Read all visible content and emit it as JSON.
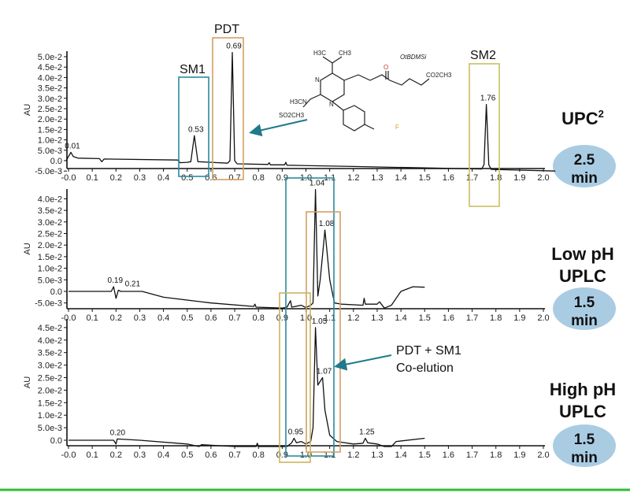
{
  "chart_data": [
    {
      "type": "line",
      "id": "upc2",
      "ylabel": "AU",
      "xlim": [
        0.0,
        2.0
      ],
      "ylim": [
        -0.005,
        0.05
      ],
      "x_tick_labels": [
        "-0.0",
        "0.1",
        "0.2",
        "0.3",
        "0.4",
        "0.5",
        "0.6",
        "0.7",
        "0.8",
        "0.9",
        "1.0",
        "1.1",
        "1.2",
        "1.3",
        "1.4",
        "1.5",
        "1.6",
        "1.7",
        "1.8",
        "1.9",
        "2.0"
      ],
      "y_ticks": [
        -0.005,
        0,
        0.005,
        0.01,
        0.015,
        0.02,
        0.025,
        0.03,
        0.035,
        0.04,
        0.045,
        0.05
      ],
      "y_tick_labels": [
        "-5.0e-3",
        "0.0",
        "5.0e-3",
        "1.0e-2",
        "1.5e-2",
        "2.0e-2",
        "2.5e-2",
        "3.0e-2",
        "3.5e-2",
        "4.0e-2",
        "4.5e-2",
        "5.0e-2"
      ],
      "peak_labels": [
        {
          "text": "0.01",
          "x": 0.01,
          "y": 0.004
        },
        {
          "text": "0.53",
          "x": 0.53,
          "y": 0.012
        },
        {
          "text": "0.69",
          "x": 0.69,
          "y": 0.052
        },
        {
          "text": "1.76",
          "x": 1.76,
          "y": 0.027
        }
      ],
      "points": [
        [
          -0.01,
          0.0
        ],
        [
          0.0,
          0.002
        ],
        [
          0.01,
          0.004
        ],
        [
          0.02,
          0.002
        ],
        [
          0.04,
          0.0012
        ],
        [
          0.13,
          0.001
        ],
        [
          0.14,
          -0.0005
        ],
        [
          0.15,
          0.0008
        ],
        [
          0.46,
          0.0003
        ],
        [
          0.47,
          -0.001
        ],
        [
          0.5,
          -0.0008
        ],
        [
          0.515,
          -0.0005
        ],
        [
          0.53,
          0.012
        ],
        [
          0.545,
          -0.0005
        ],
        [
          0.6,
          -0.0008
        ],
        [
          0.67,
          -0.0012
        ],
        [
          0.68,
          0.0
        ],
        [
          0.69,
          0.052
        ],
        [
          0.7,
          0.0
        ],
        [
          0.71,
          -0.0015
        ],
        [
          0.84,
          -0.0018
        ],
        [
          0.845,
          -0.001
        ],
        [
          0.85,
          -0.002
        ],
        [
          0.91,
          -0.002
        ],
        [
          0.915,
          -0.0008
        ],
        [
          0.92,
          -0.0022
        ],
        [
          1.2,
          -0.0028
        ],
        [
          1.5,
          -0.0035
        ],
        [
          1.74,
          -0.004
        ],
        [
          1.75,
          -0.002
        ],
        [
          1.76,
          0.027
        ],
        [
          1.77,
          -0.002
        ],
        [
          1.78,
          -0.0042
        ],
        [
          2.05,
          -0.005
        ]
      ],
      "method_label": "UPC",
      "method_sup": "2",
      "run_time": "2.5",
      "run_unit": "min"
    },
    {
      "type": "line",
      "id": "low-ph",
      "ylabel": "AU",
      "xlim": [
        0.0,
        2.0
      ],
      "ylim": [
        -0.005,
        0.04
      ],
      "x_tick_labels": [
        "-0.0",
        "0.1",
        "0.2",
        "0.3",
        "0.4",
        "0.5",
        "0.6",
        "0.7",
        "0.8",
        "0.9",
        "1.0",
        "1.1",
        "1.2",
        "1.3",
        "1.4",
        "1.5",
        "1.6",
        "1.7",
        "1.8",
        "1.9",
        "2.0"
      ],
      "y_ticks": [
        -0.005,
        0,
        0.005,
        0.01,
        0.015,
        0.02,
        0.025,
        0.03,
        0.035,
        0.04
      ],
      "y_tick_labels": [
        "-5.0e-3",
        "0.0",
        "5.0e-3",
        "1.0e-2",
        "1.5e-2",
        "2.0e-2",
        "2.5e-2",
        "3.0e-2",
        "3.5e-2",
        "4.0e-2"
      ],
      "peak_labels": [
        {
          "text": "0.19",
          "x": 0.19,
          "y": 0.002
        },
        {
          "text": "0.21",
          "x": 0.21,
          "y": 0.0005
        },
        {
          "text": "1.04",
          "x": 1.04,
          "y": 0.044
        },
        {
          "text": "1.08",
          "x": 1.08,
          "y": 0.0265
        }
      ],
      "points": [
        [
          0.0,
          0.0
        ],
        [
          0.18,
          0.0
        ],
        [
          0.19,
          0.002
        ],
        [
          0.2,
          -0.003
        ],
        [
          0.21,
          0.0005
        ],
        [
          0.22,
          0.0
        ],
        [
          0.31,
          0.0
        ],
        [
          0.4,
          -0.0025
        ],
        [
          0.6,
          -0.005
        ],
        [
          0.78,
          -0.0065
        ],
        [
          0.785,
          -0.0055
        ],
        [
          0.79,
          -0.0068
        ],
        [
          0.9,
          -0.0072
        ],
        [
          0.92,
          -0.0068
        ],
        [
          0.935,
          -0.004
        ],
        [
          0.94,
          -0.0068
        ],
        [
          0.98,
          -0.006
        ],
        [
          1.0,
          -0.007
        ],
        [
          1.02,
          -0.006
        ],
        [
          1.03,
          -0.005
        ],
        [
          1.04,
          0.044
        ],
        [
          1.05,
          -0.002
        ],
        [
          1.06,
          0.005
        ],
        [
          1.08,
          0.0265
        ],
        [
          1.1,
          0.005
        ],
        [
          1.12,
          -0.005
        ],
        [
          1.15,
          -0.0055
        ],
        [
          1.24,
          -0.006
        ],
        [
          1.245,
          -0.003
        ],
        [
          1.25,
          -0.0055
        ],
        [
          1.3,
          -0.0055
        ],
        [
          1.31,
          -0.0045
        ],
        [
          1.33,
          -0.0072
        ],
        [
          1.36,
          -0.006
        ],
        [
          1.4,
          0.0
        ],
        [
          1.45,
          0.002
        ],
        [
          1.5,
          0.0018
        ]
      ],
      "method_label_1": "Low pH",
      "method_label_2": "UPLC",
      "run_time": "1.5",
      "run_unit": "min"
    },
    {
      "type": "line",
      "id": "high-ph",
      "ylabel": "AU",
      "xlim": [
        0.0,
        2.0
      ],
      "ylim": [
        0.0,
        0.045
      ],
      "x_tick_labels": [
        "-0.0",
        "0.1",
        "0.2",
        "0.3",
        "0.4",
        "0.5",
        "0.6",
        "0.7",
        "0.8",
        "0.9",
        "1.0",
        "1.1",
        "1.2",
        "1.3",
        "1.4",
        "1.5",
        "1.6",
        "1.7",
        "1.8",
        "1.9",
        "2.0"
      ],
      "y_ticks": [
        0,
        0.005,
        0.01,
        0.015,
        0.02,
        0.025,
        0.03,
        0.035,
        0.04,
        0.045
      ],
      "y_tick_labels": [
        "0.0",
        "5.0e-3",
        "1.0e-2",
        "1.5e-2",
        "2.0e-2",
        "2.5e-2",
        "3.0e-2",
        "3.5e-2",
        "4.0e-2",
        "4.5e-2"
      ],
      "peak_labels": [
        {
          "text": "0.20",
          "x": 0.2,
          "y": 0.0005
        },
        {
          "text": "0.95",
          "x": 0.95,
          "y": 0.0008
        },
        {
          "text": "1.05",
          "x": 1.05,
          "y": 0.045
        },
        {
          "text": "1.07",
          "x": 1.07,
          "y": 0.025
        },
        {
          "text": "1.25",
          "x": 1.25,
          "y": 0.0008
        }
      ],
      "points": [
        [
          0.0,
          0.0
        ],
        [
          0.19,
          0.0
        ],
        [
          0.2,
          -0.0015
        ],
        [
          0.205,
          0.0005
        ],
        [
          0.3,
          0.0
        ],
        [
          0.5,
          -0.0015
        ],
        [
          0.55,
          -0.0025
        ],
        [
          0.56,
          -0.0018
        ],
        [
          0.7,
          -0.0025
        ],
        [
          0.79,
          -0.0025
        ],
        [
          0.795,
          -0.0012
        ],
        [
          0.8,
          -0.0025
        ],
        [
          0.92,
          -0.0025
        ],
        [
          0.94,
          -0.001
        ],
        [
          0.95,
          0.0008
        ],
        [
          0.96,
          -0.001
        ],
        [
          0.98,
          -0.0005
        ],
        [
          1.0,
          -0.0015
        ],
        [
          1.02,
          -0.0005
        ],
        [
          1.03,
          0.005
        ],
        [
          1.04,
          0.045
        ],
        [
          1.05,
          0.022
        ],
        [
          1.07,
          0.025
        ],
        [
          1.08,
          0.012
        ],
        [
          1.1,
          0.002
        ],
        [
          1.13,
          -0.0005
        ],
        [
          1.2,
          -0.0015
        ],
        [
          1.24,
          -0.0012
        ],
        [
          1.25,
          0.0008
        ],
        [
          1.26,
          -0.001
        ],
        [
          1.3,
          -0.0015
        ],
        [
          1.33,
          -0.0025
        ],
        [
          1.36,
          -0.0025
        ],
        [
          1.38,
          -0.0005
        ],
        [
          1.5,
          0.0008
        ]
      ],
      "method_label_1": "High pH",
      "method_label_2": "UPLC",
      "run_time": "1.5",
      "run_unit": "min"
    }
  ],
  "annotations": {
    "sm1": "SM1",
    "pdt": "PDT",
    "sm2": "SM2",
    "coelution_1": "PDT + SM1",
    "coelution_2": "Co-elution"
  },
  "structure": {
    "h3c": "H3C",
    "ch3": "CH3",
    "n1": "N",
    "n2": "N",
    "h3cn": "H3CN",
    "so2ch3": "SO2CH3",
    "o": "O",
    "otbdmsi": "OtBDMSi",
    "co2ch3": "CO2CH3",
    "f": "F"
  },
  "colors": {
    "sm1_box": "#2a8a9e",
    "pdt_box": "#d4a060",
    "sm2_box": "#c8c060",
    "impurity_box": "#c9b560",
    "arrow": "#1f7a8c",
    "oval": "#a9cce3",
    "footer_line": "#33bb33",
    "ketone": "#c0392b",
    "fluorine": "#d4a020"
  }
}
